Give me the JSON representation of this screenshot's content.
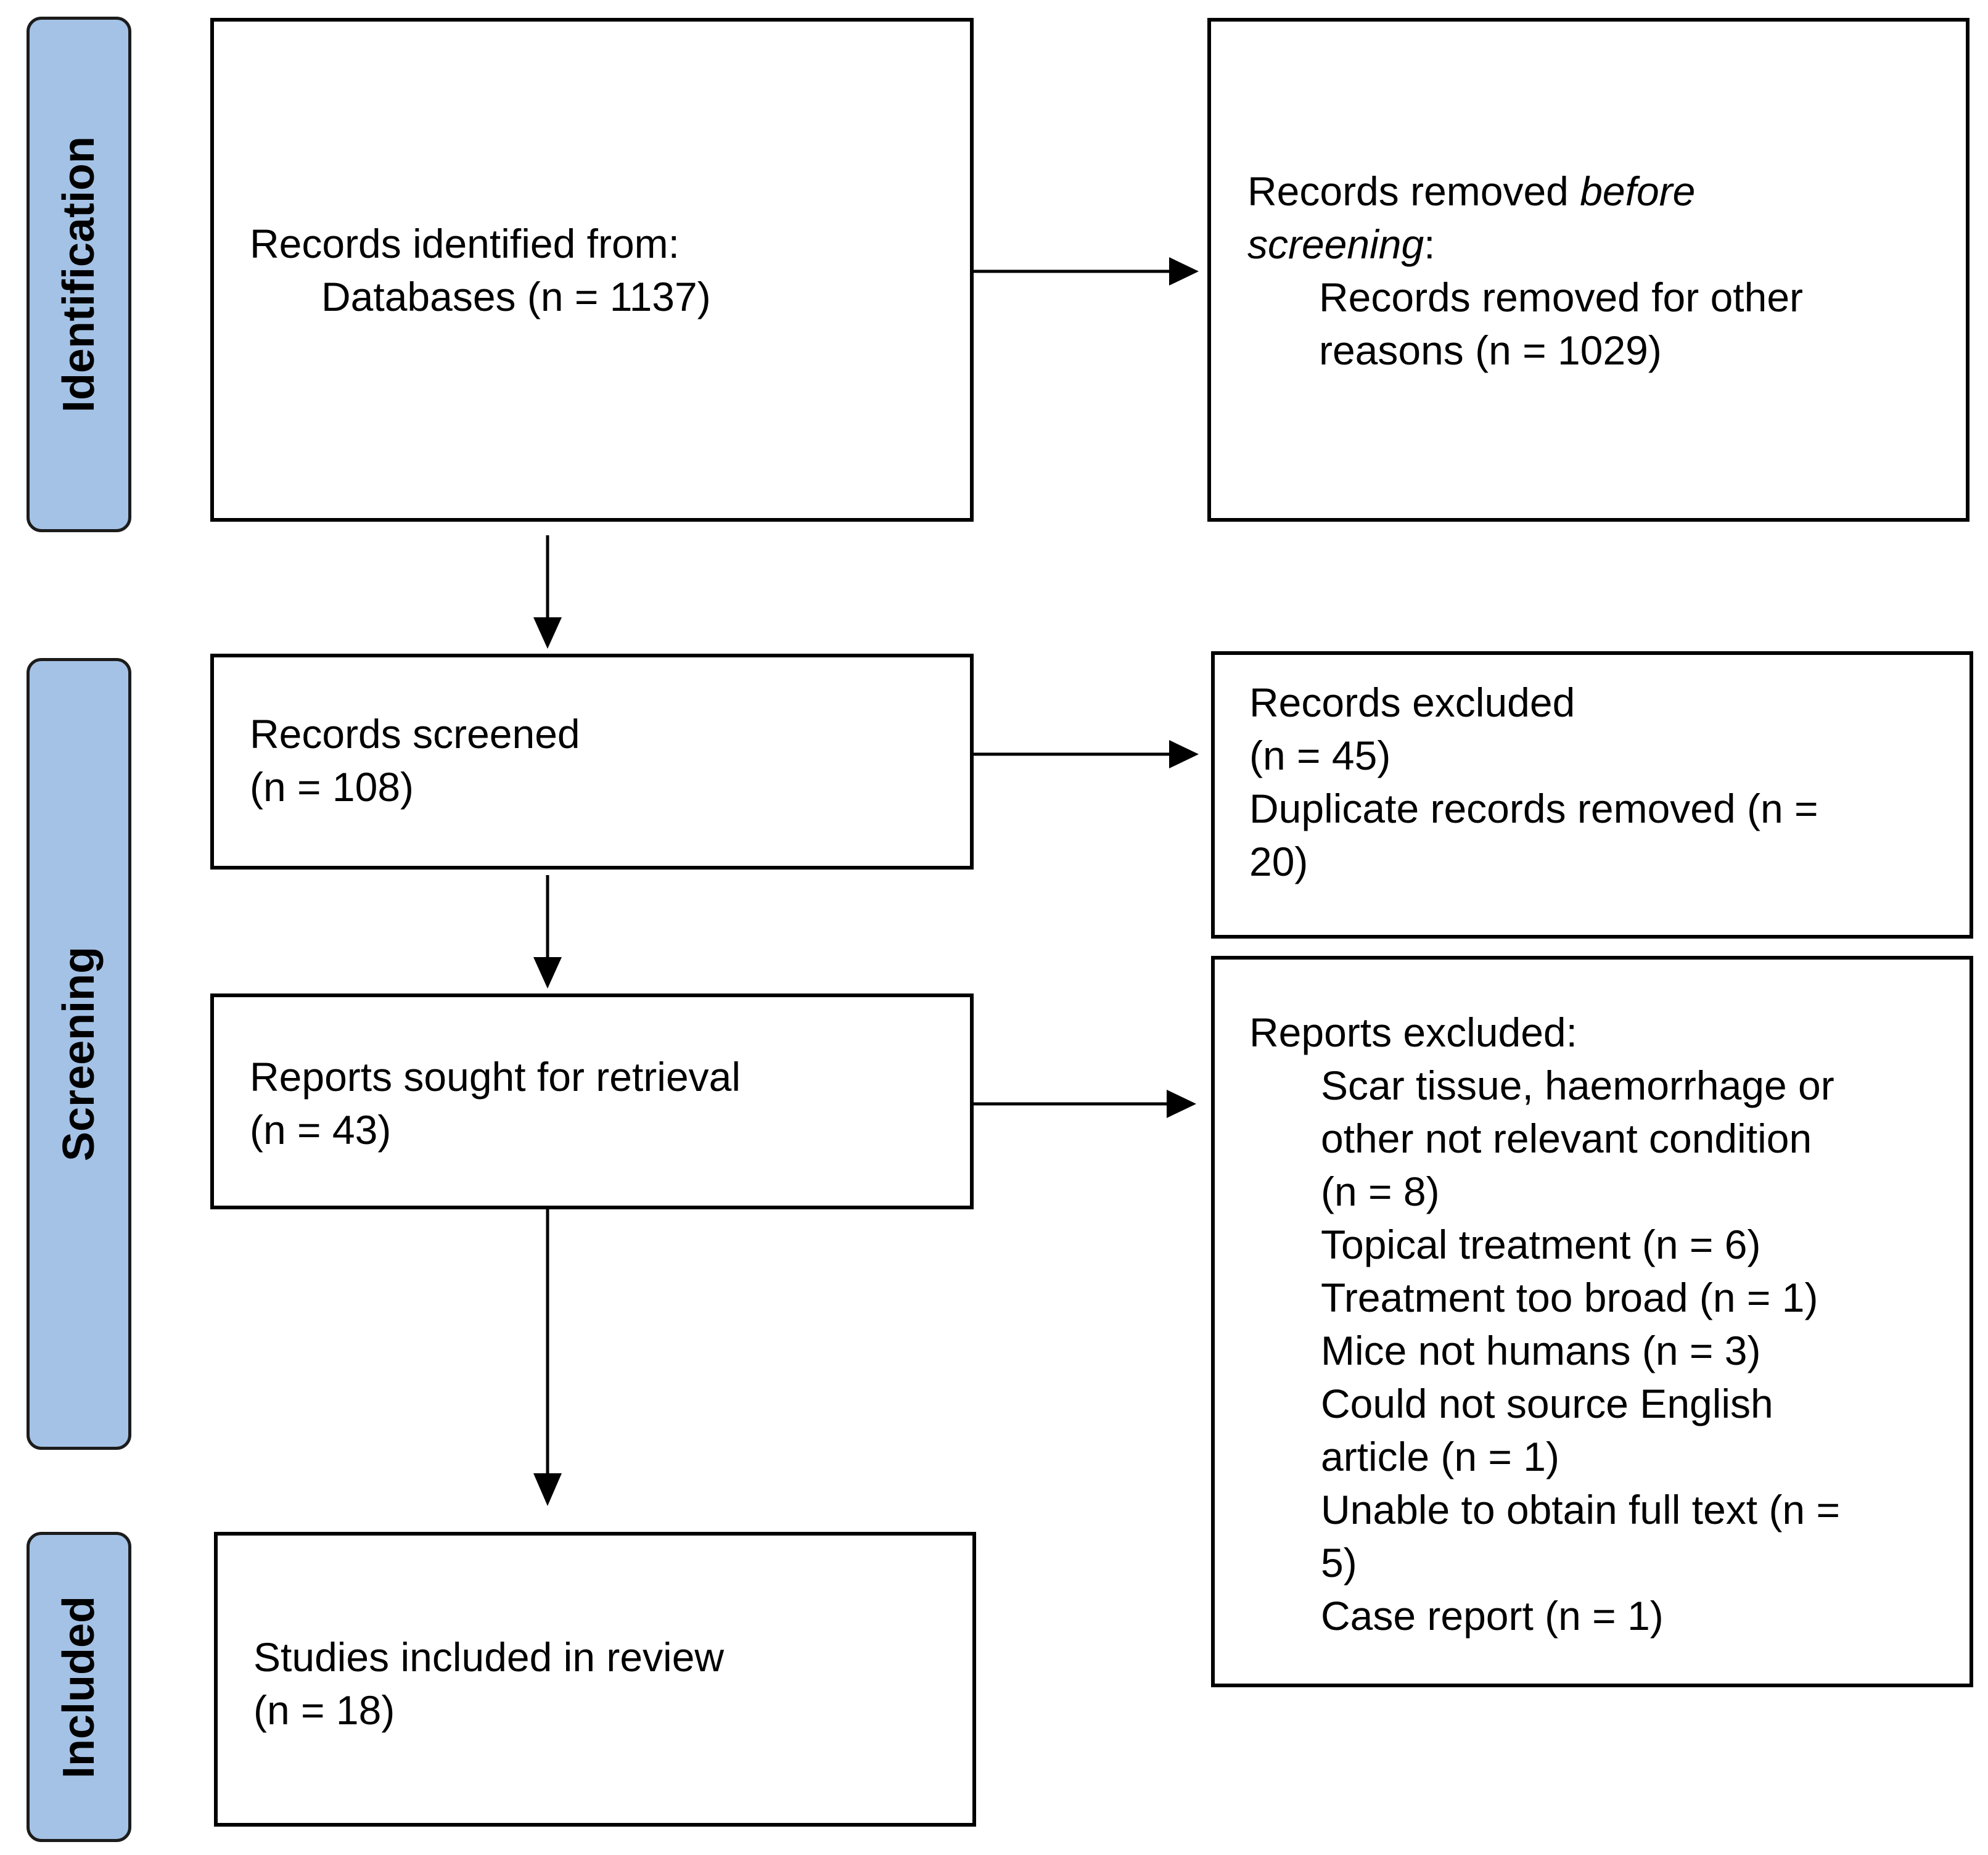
{
  "phases": {
    "identification": "Identification",
    "screening": "Screening",
    "included": "Included"
  },
  "colors": {
    "phase_fill": "#a4c2e5",
    "border": "#000000"
  },
  "boxes": {
    "identified": {
      "heading": "Records identified from:",
      "line1": "Databases (n = 1137)"
    },
    "removed_before": {
      "heading_start": "Records removed ",
      "heading_italic_1": "before",
      "heading_italic_2": "screening",
      "heading_end": ":",
      "line1": "Records removed for other",
      "line2": "reasons (n = 1029)"
    },
    "screened": {
      "line1": "Records screened",
      "line2": "(n = 108)"
    },
    "excluded": {
      "line1": "Records excluded",
      "line2": "(n = 45)",
      "line3": "Duplicate records removed (n =",
      "line4": "20)"
    },
    "sought": {
      "line1": "Reports sought for retrieval",
      "line2": "(n = 43)"
    },
    "reports_excluded": {
      "heading": "Reports excluded:",
      "lines": [
        "Scar tissue, haemorrhage or",
        "other not relevant condition",
        "(n = 8)",
        "Topical treatment (n = 6)",
        "Treatment too broad (n = 1)",
        "Mice not humans (n = 3)",
        "Could not source English",
        "article (n = 1)",
        "Unable to obtain full text (n =",
        "5)",
        "Case report (n = 1)"
      ]
    },
    "included": {
      "line1": "Studies included in review",
      "line2": "(n = 18)"
    }
  }
}
